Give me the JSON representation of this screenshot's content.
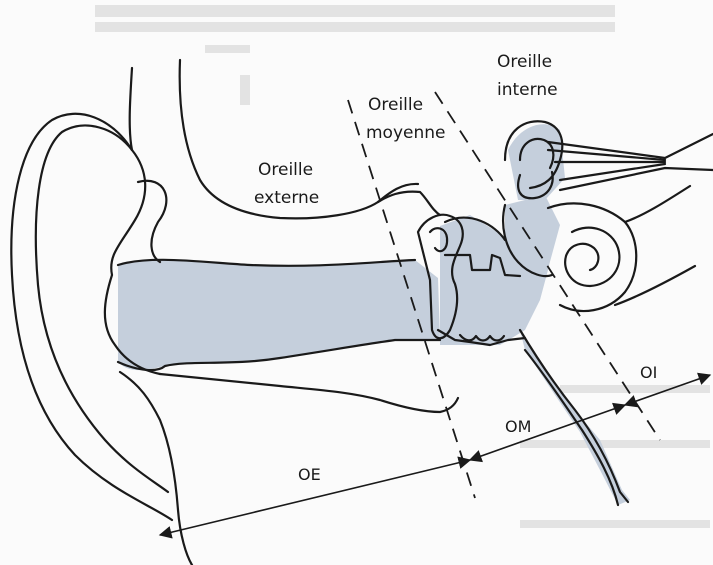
{
  "labels": {
    "outer_ear_line1": "Oreille",
    "outer_ear_line2": "externe",
    "middle_ear_line1": "Oreille",
    "middle_ear_line2": "moyenne",
    "inner_ear_line1": "Oreille",
    "inner_ear_line2": "interne"
  },
  "segments": {
    "outer": "OE",
    "middle": "OM",
    "inner": "OI"
  },
  "colors": {
    "canal_fill": "#c5cfdc",
    "ink": "#1a1a1a",
    "paper": "#fbfbfb"
  }
}
